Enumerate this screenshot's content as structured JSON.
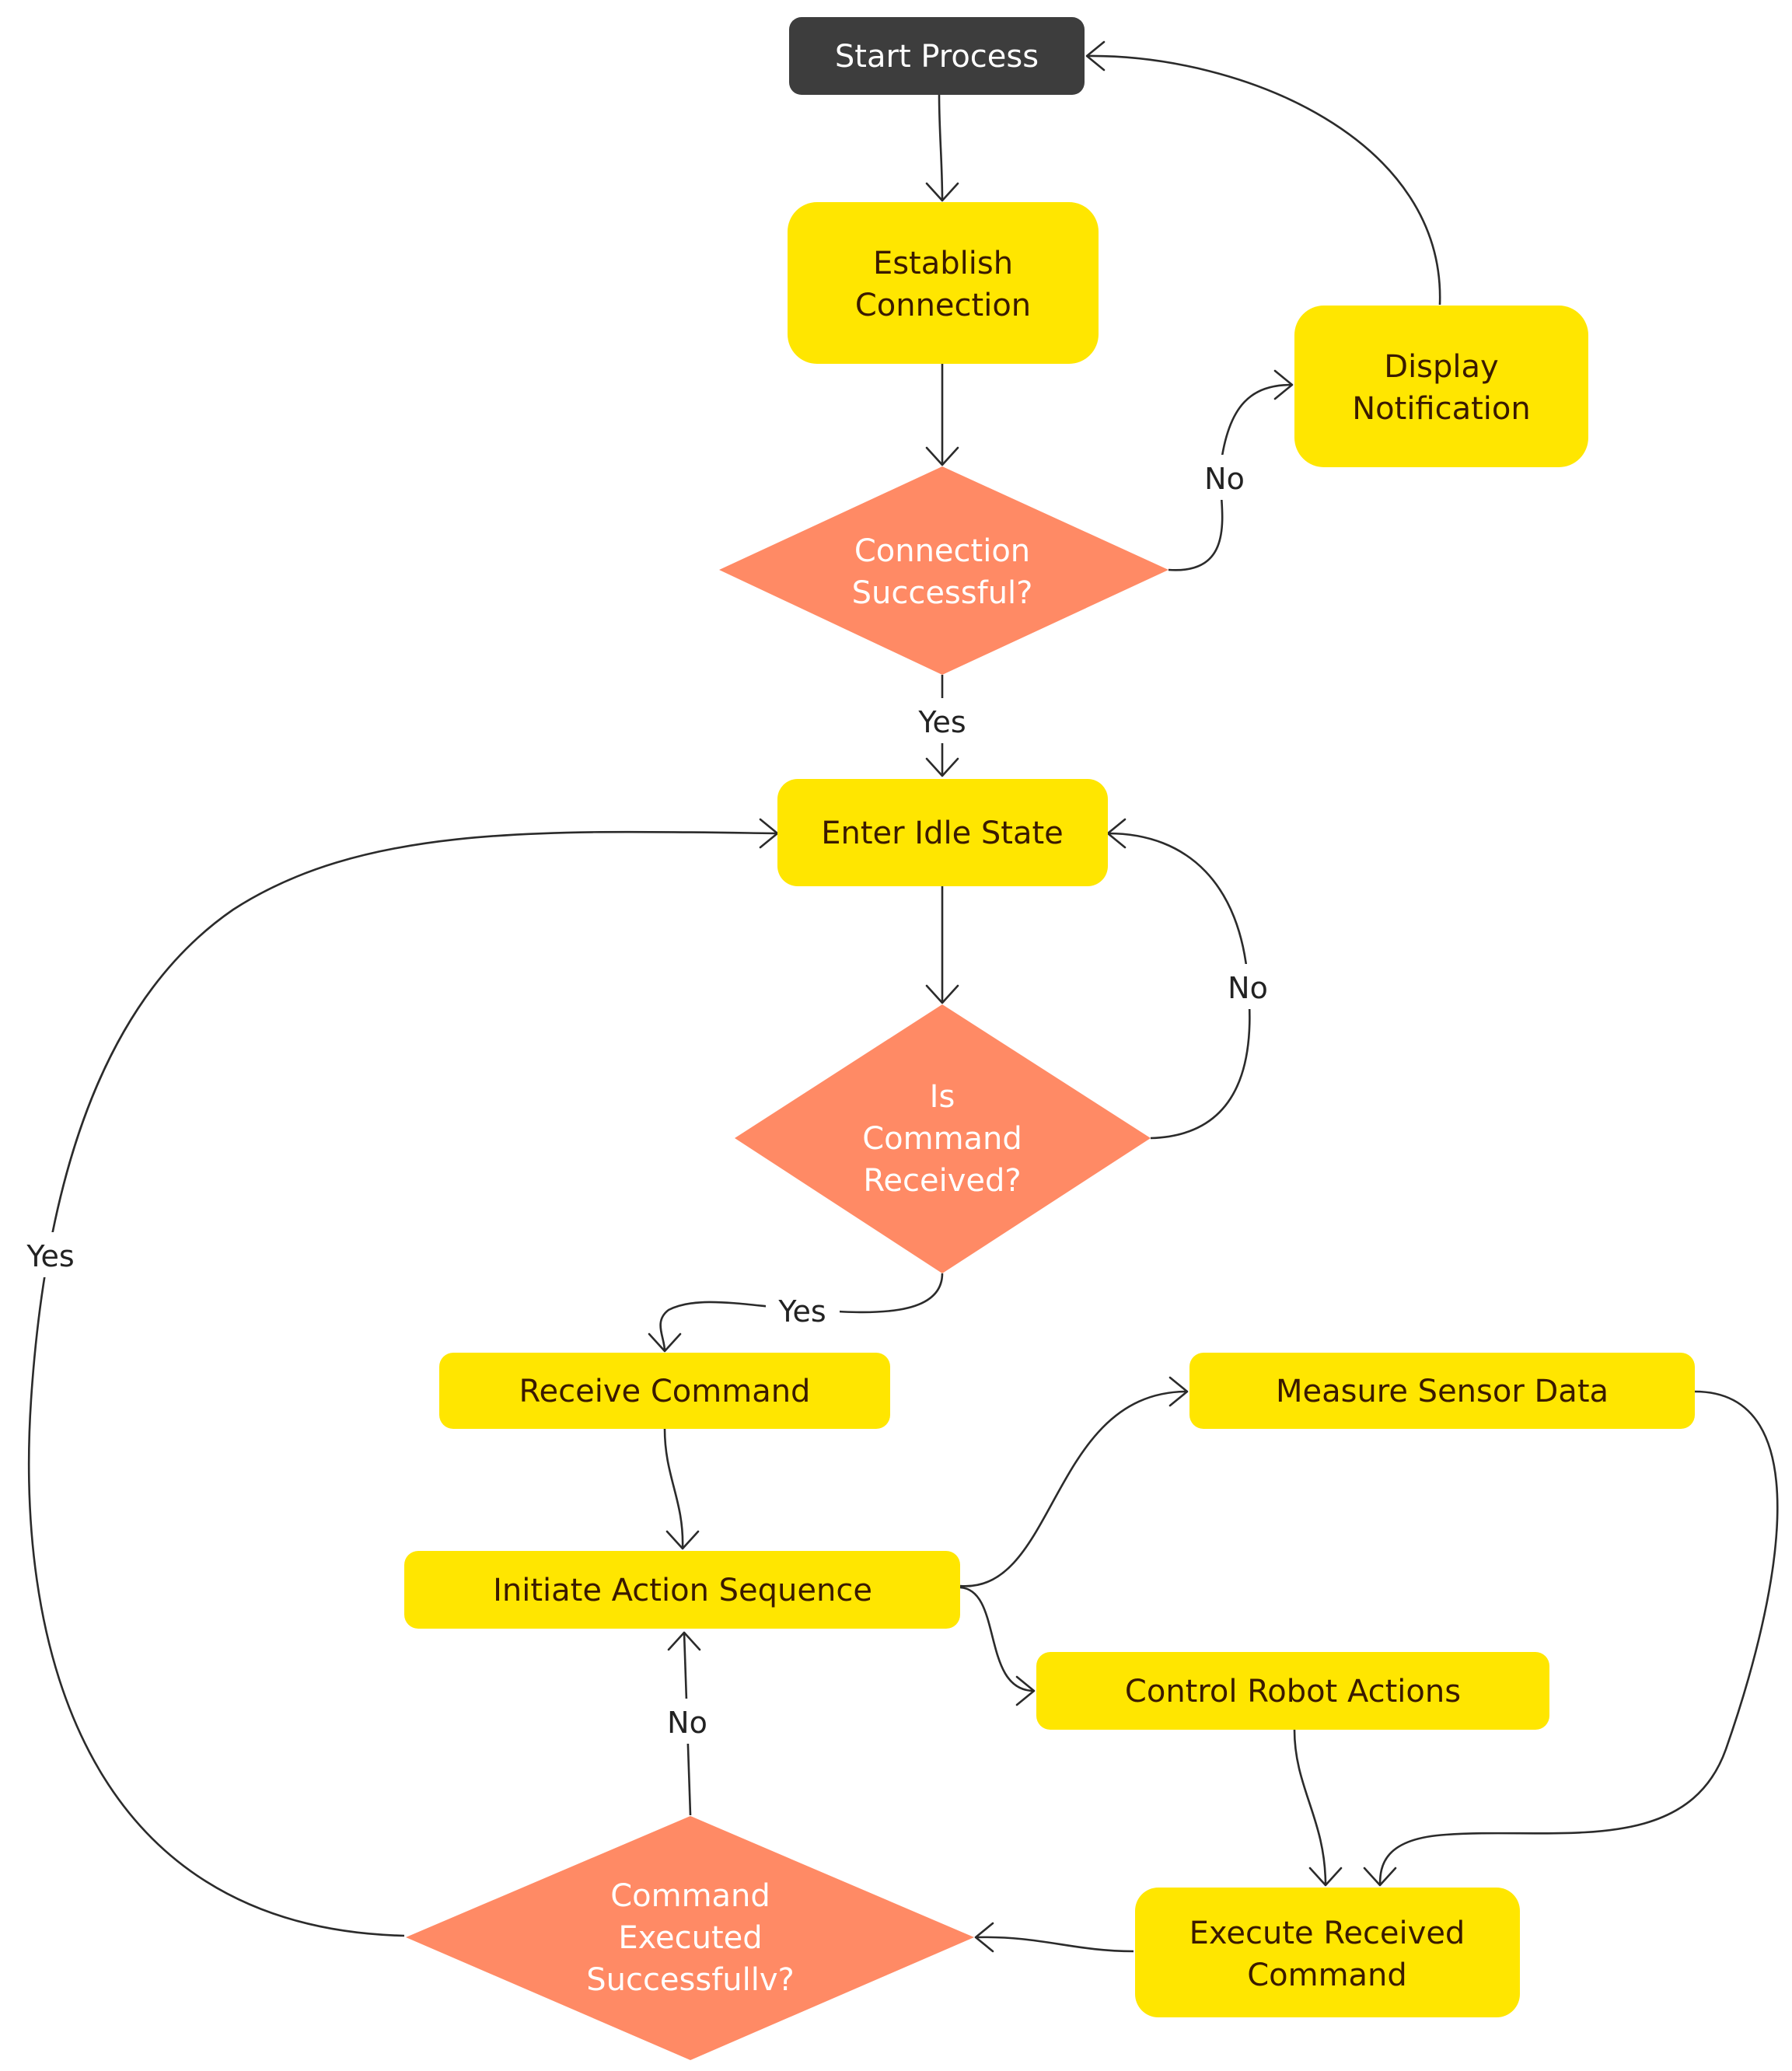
{
  "colors": {
    "start_fill": "#3d3d3d",
    "start_text": "#ffffff",
    "process_fill": "#ffe600",
    "process_text": "#3a1a00",
    "decision_fill": "#ff8a65",
    "decision_text": "#ffffff",
    "edge": "#2b2b2b"
  },
  "nodes": {
    "start": {
      "label": "Start Process"
    },
    "establish": {
      "line1": "Establish",
      "line2": "Connection"
    },
    "notify": {
      "line1": "Display",
      "line2": "Notification"
    },
    "conn_ok": {
      "line1": "Connection",
      "line2": "Successful?"
    },
    "idle": {
      "label": "Enter Idle State"
    },
    "cmd_received": {
      "line1": "Is",
      "line2": "Command",
      "line3": "Received?"
    },
    "receive": {
      "label": "Receive Command"
    },
    "initiate": {
      "label": "Initiate Action Sequence"
    },
    "measure": {
      "label": "Measure Sensor Data"
    },
    "control": {
      "label": "Control Robot Actions"
    },
    "execute": {
      "line1": "Execute Received",
      "line2": "Command"
    },
    "cmd_executed": {
      "line1": "Command",
      "line2": "Executed",
      "line3": "Successfullv?"
    }
  },
  "edge_labels": {
    "conn_no": "No",
    "conn_yes": "Yes",
    "cmd_no": "No",
    "cmd_yes": "Yes",
    "exec_no": "No",
    "exec_yes": "Yes"
  }
}
